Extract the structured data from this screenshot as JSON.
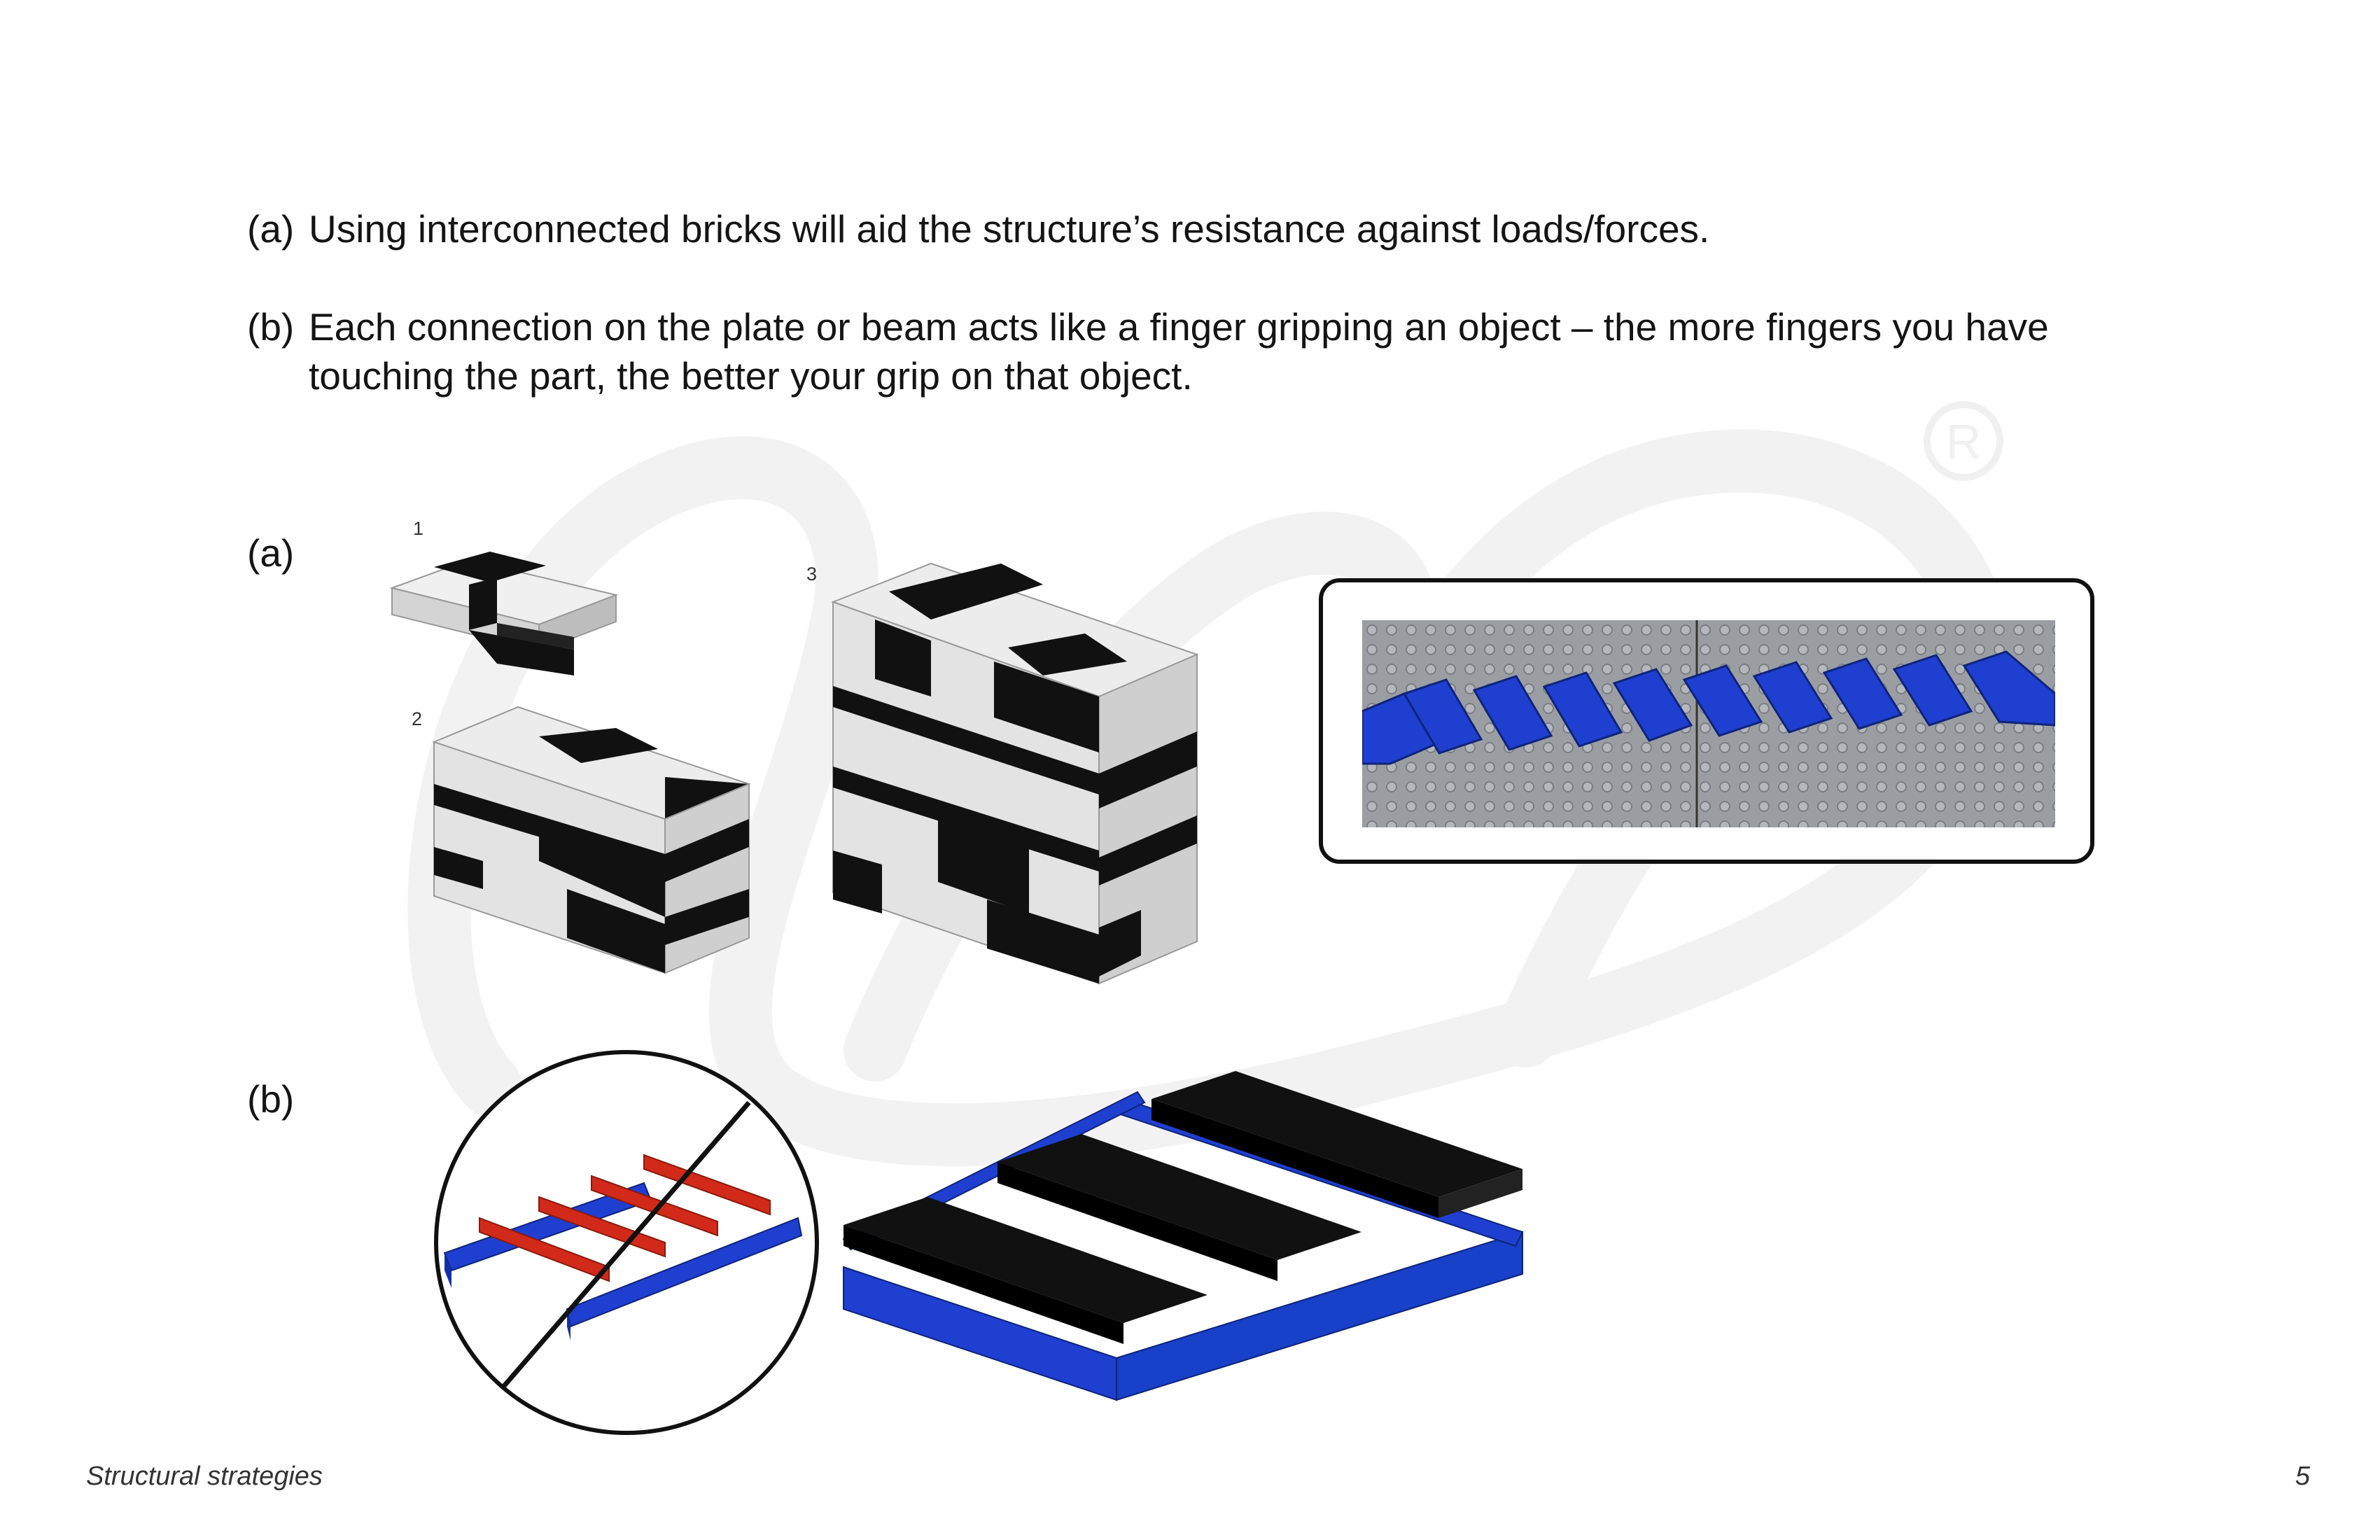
{
  "paragraphs": [
    {
      "label": "(a)",
      "lines": [
        "Using interconnected bricks will aid the structure’s resistance against loads/forces."
      ]
    },
    {
      "label": "(b)",
      "lines": [
        "Each connection on the plate or beam acts like a finger gripping an object – the more fingers you have",
        "touching the part, the better your grip on that object."
      ]
    }
  ],
  "figure_a": {
    "label": "(a)",
    "steps": [
      "1",
      "2",
      "3"
    ]
  },
  "figure_b": {
    "label": "(b)"
  },
  "colors": {
    "brick_black": "#111111",
    "brick_white": "#e6e6e6",
    "brick_blue": "#1f3fd0",
    "brick_red": "#d22a1a",
    "baseplate_gray": "#9a9ea3"
  },
  "footer": {
    "title": "Structural strategies",
    "page": "5"
  }
}
